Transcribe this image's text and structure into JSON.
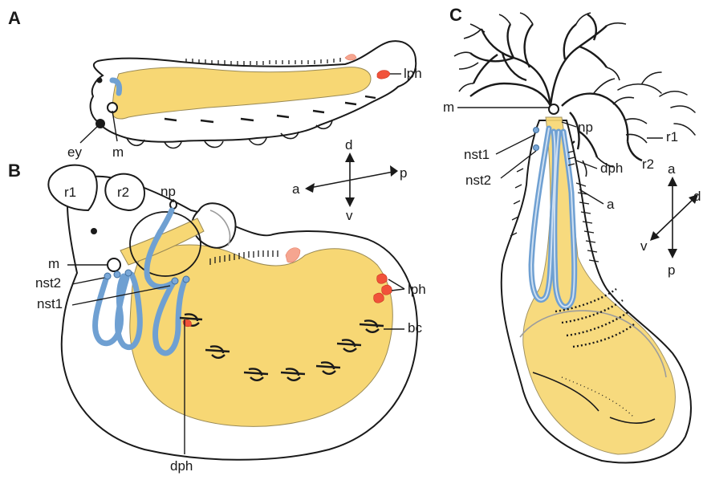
{
  "panels": {
    "A": {
      "letter": "A",
      "labels": {
        "lph": "lph",
        "ey": "ey",
        "m": "m"
      }
    },
    "B": {
      "letter": "B",
      "labels": {
        "np": "np",
        "r1": "r1",
        "r2": "r2",
        "m": "m",
        "nst2": "nst2",
        "nst1": "nst1",
        "lph": "lph",
        "bc": "bc",
        "dph": "dph"
      },
      "axes": {
        "d": "d",
        "v": "v",
        "a": "a",
        "p": "p"
      }
    },
    "C": {
      "letter": "C",
      "labels": {
        "m": "m",
        "np": "np",
        "r1": "r1",
        "r2": "r2",
        "nst1": "nst1",
        "nst2": "nst2",
        "dph": "dph",
        "a": "a"
      },
      "axes": {
        "a": "a",
        "p": "p",
        "d": "d",
        "v": "v"
      }
    }
  },
  "colors": {
    "gut": "#f7d774",
    "nephridial_tubule": "#6fa0d2",
    "photoreceptor": "#f1523a",
    "outline": "#1a1a1a"
  }
}
